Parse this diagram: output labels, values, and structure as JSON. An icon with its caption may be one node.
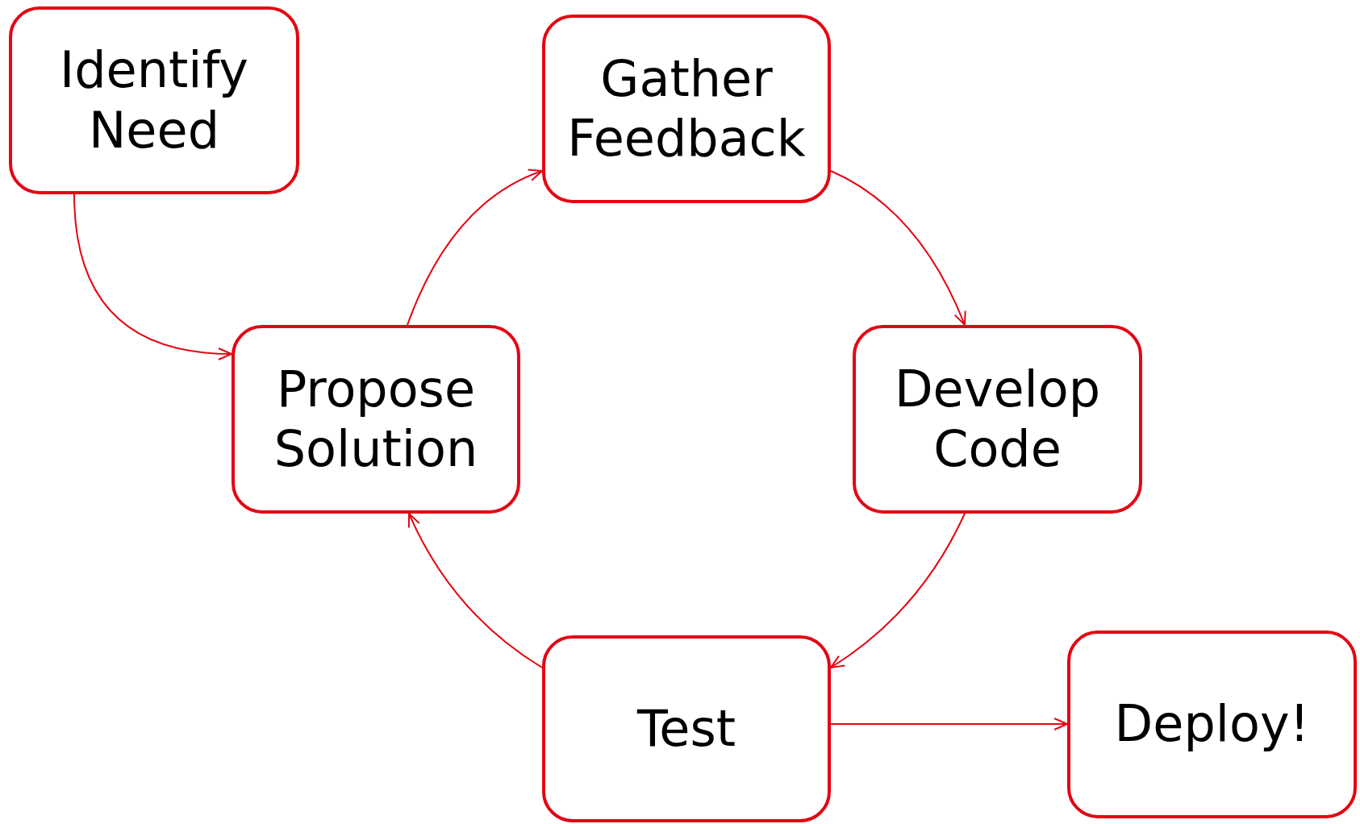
{
  "diagram": {
    "nodes": [
      {
        "text": [
          "Identify Need"
        ]
      },
      {
        "text": [
          "Gather Feedback"
        ]
      },
      {
        "text": [
          "Propose Solution"
        ]
      },
      {
        "text": [
          "Develop Code"
        ]
      },
      {
        "text": [
          "Test"
        ]
      },
      {
        "text": [
          "Deploy!"
        ]
      }
    ],
    "edges": [
      {
        "from": 0,
        "to": 2,
        "arrow": "to"
      },
      {
        "from": 2,
        "to": 1,
        "arrow": "to"
      },
      {
        "from": 1,
        "to": 3,
        "arrow": "to"
      },
      {
        "from": 3,
        "to": 4,
        "arrow": "to"
      },
      {
        "from": 4,
        "to": 2,
        "arrow": "to"
      },
      {
        "from": 4,
        "to": 5,
        "arrow": "to"
      }
    ]
  }
}
